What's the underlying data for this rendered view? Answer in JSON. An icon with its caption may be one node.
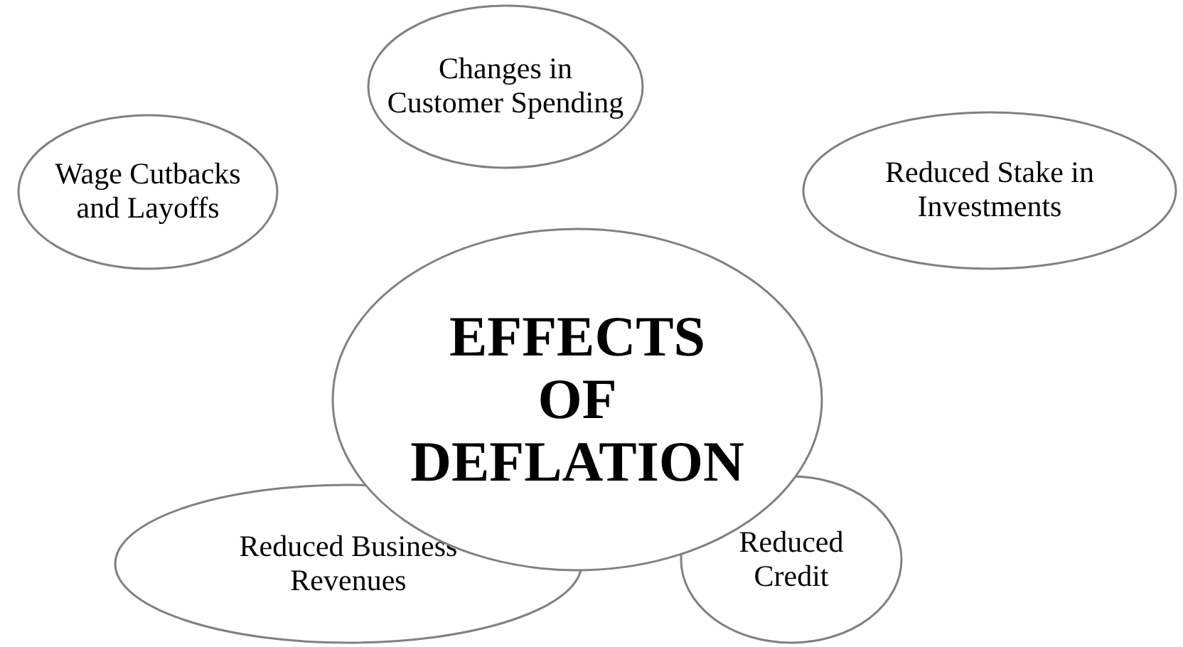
{
  "diagram": {
    "nodes": [
      {
        "text": [
          "Changes in Customer Spending"
        ]
      },
      {
        "text": [
          "Wage Cutbacks and Layoffs"
        ]
      },
      {
        "text": [
          "Reduced Stake in Investments"
        ]
      },
      {
        "text": [
          "EFFECTS OF DEFLATION"
        ]
      },
      {
        "text": [
          "Reduced Business Revenues"
        ]
      },
      {
        "text": [
          "Reduced Credit"
        ]
      }
    ],
    "edges": []
  }
}
